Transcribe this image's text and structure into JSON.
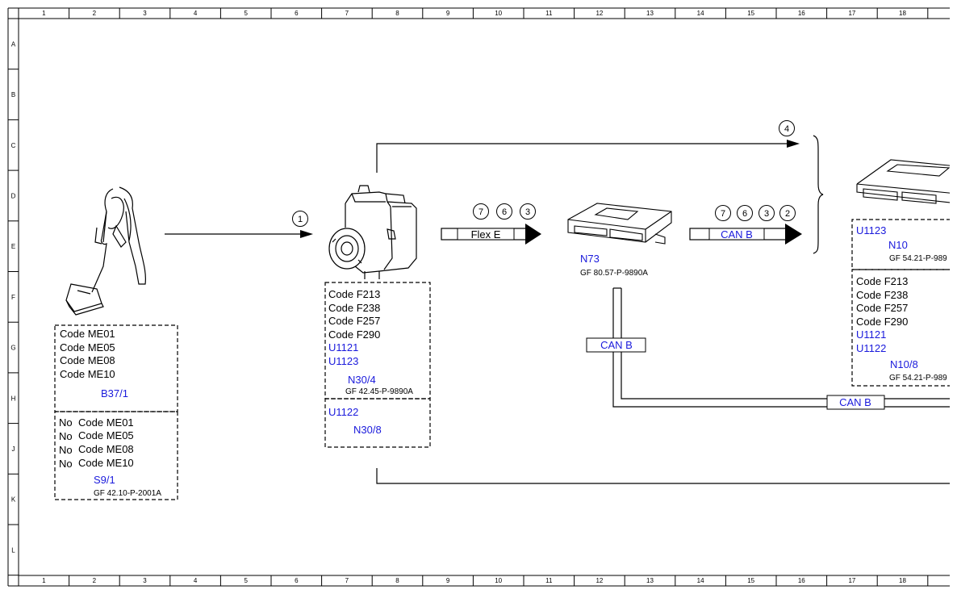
{
  "colors": {
    "link_blue": "#1a1adc",
    "line": "#000000"
  },
  "ruler": {
    "columns": [
      "1",
      "2",
      "3",
      "4",
      "5",
      "6",
      "7",
      "8",
      "9",
      "10",
      "11",
      "12",
      "13",
      "14",
      "15",
      "16",
      "17",
      "18"
    ],
    "rows": [
      "A",
      "B",
      "C",
      "D",
      "E",
      "F",
      "G",
      "H",
      "J",
      "K",
      "L"
    ]
  },
  "callouts": {
    "c1": "1",
    "c4": "4",
    "flex_7": "7",
    "flex_6": "6",
    "flex_3": "3",
    "canb_7": "7",
    "canb_6": "6",
    "canb_3": "3",
    "canb_2": "2"
  },
  "buses": {
    "flex_e": "Flex E",
    "can_b_top": "CAN B",
    "can_b_vert": "CAN B",
    "can_b_bottom": "CAN B"
  },
  "pedal_box": {
    "codes": [
      "Code ME01",
      "Code ME05",
      "Code ME08",
      "Code ME10"
    ],
    "component": "B37/1"
  },
  "switch_box": {
    "no_prefix": "No",
    "codes": [
      "Code ME01",
      "Code ME05",
      "Code ME08",
      "Code ME10"
    ],
    "component": "S9/1",
    "ref": "GF 42.10-P-2001A"
  },
  "abs_box": {
    "codes": [
      "Code F213",
      "Code F238",
      "Code F257",
      "Code F290"
    ],
    "faults": [
      "U1121",
      "U1123"
    ],
    "component": "N30/4",
    "ref": "GF 42.45-P-9890A"
  },
  "abs_sub_box": {
    "fault": "U1122",
    "component": "N30/8"
  },
  "n73": {
    "component": "N73",
    "ref": "GF 80.57-P-9890A"
  },
  "n10_box": {
    "fault": "U1123",
    "component": "N10",
    "ref": "GF 54.21-P-989"
  },
  "n10_8_box": {
    "codes": [
      "Code F213",
      "Code F238",
      "Code F257",
      "Code F290"
    ],
    "faults": [
      "U1121",
      "U1122"
    ],
    "component": "N10/8",
    "ref": "GF 54.21-P-989"
  },
  "icons": [
    "brake-pedal-icon",
    "abs-unit-icon",
    "control-module-icon"
  ]
}
